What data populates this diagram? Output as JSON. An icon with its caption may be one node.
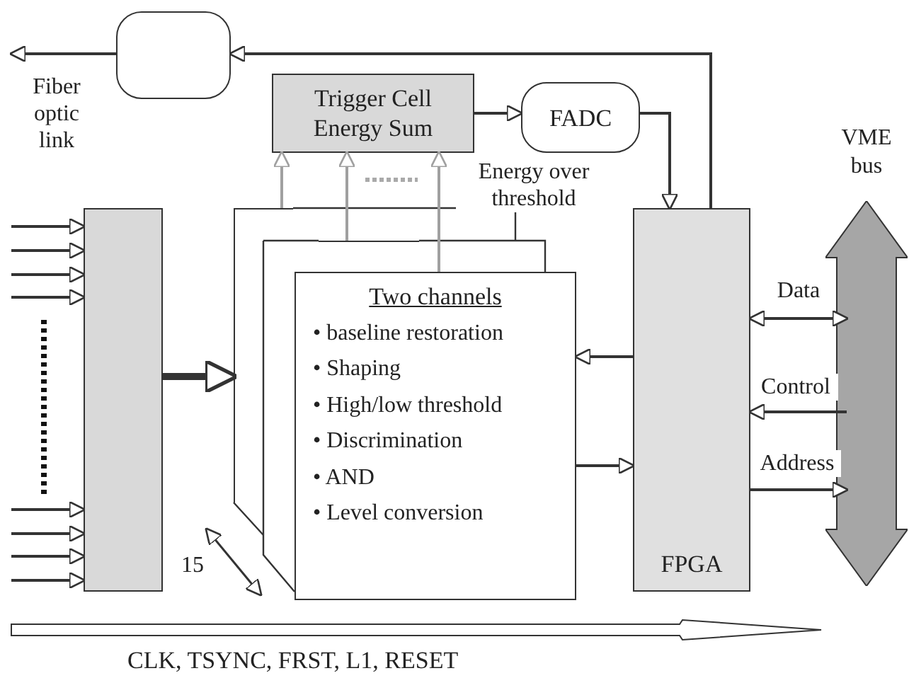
{
  "diagram": {
    "nodes": [
      {
        "text": [],
        "shape": "box"
      },
      {
        "text": [
          "Trigger Cell Energy Sum"
        ]
      },
      {
        "text": [
          "FADC"
        ]
      },
      {
        "text": [],
        "shape": "box"
      },
      {
        "text": [],
        "shape": "box"
      },
      {
        "text": [],
        "shape": "box"
      },
      {
        "text": [
          "Two channels",
          "• baseline restoration",
          "• Shaping",
          "• High/low threshold",
          "• Discrimination",
          "• AND",
          "• Level conversion"
        ]
      },
      {
        "text": [
          "FPGA"
        ]
      },
      {
        "text": [
          "VME bus"
        ]
      }
    ],
    "edges": [
      {
        "from": 0,
        "to": null,
        "arrow": "to",
        "label": "Fiber optic link"
      },
      {
        "from": 7,
        "to": 0,
        "arrow": "to"
      },
      {
        "from": 1,
        "to": 2,
        "arrow": "to"
      },
      {
        "from": 2,
        "to": 7,
        "arrow": "to"
      },
      {
        "from": 4,
        "to": 1,
        "arrow": "to",
        "color": "#a0a0a0"
      },
      {
        "from": 5,
        "to": 1,
        "arrow": "to",
        "color": "#a0a0a0"
      },
      {
        "from": 6,
        "to": 1,
        "arrow": "to",
        "color": "#a0a0a0",
        "label": "Energy over threshold"
      },
      {
        "from": null,
        "to": 3,
        "arrow": "to"
      },
      {
        "from": null,
        "to": 3,
        "arrow": "to"
      },
      {
        "from": null,
        "to": 3,
        "arrow": "to"
      },
      {
        "from": null,
        "to": 3,
        "arrow": "to"
      },
      {
        "from": null,
        "to": 3,
        "arrow": "to"
      },
      {
        "from": null,
        "to": 3,
        "arrow": "to"
      },
      {
        "from": null,
        "to": 3,
        "arrow": "to"
      },
      {
        "from": null,
        "to": 3,
        "arrow": "to"
      },
      {
        "from": 3,
        "to": 4,
        "arrow": "to",
        "style": "thick"
      },
      {
        "from": 7,
        "to": 6,
        "arrow": "to"
      },
      {
        "from": 6,
        "to": 7,
        "arrow": "to"
      },
      {
        "from": 7,
        "to": 8,
        "arrow": "both",
        "label": "Data"
      },
      {
        "from": 8,
        "to": 7,
        "arrow": "to",
        "label": "Control"
      },
      {
        "from": 7,
        "to": 8,
        "arrow": "to",
        "label": "Address"
      }
    ],
    "labels": [
      "15",
      "CLK, TSYNC, FRST, L1, RESET"
    ]
  }
}
